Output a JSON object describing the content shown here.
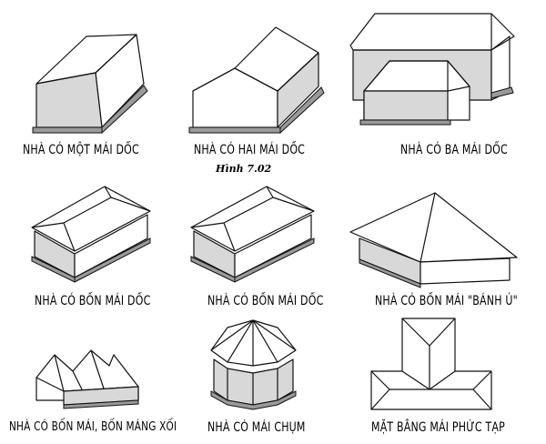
{
  "figure_title": "Hình 7.02",
  "captions": [
    "NHÀ CÓ MỘT MÁI DỐC",
    "NHÀ CÓ HAI MÁI DỐC",
    "NHÀ CÓ BA MÁI DỐC",
    "NHÀ CÓ BỐN MÁI DỐC",
    "NHÀ CÓ BỐN MÁI DỐC",
    "NHÀ CÓ BỐN MÁI \"BÁNH Ú\"",
    "NHÀ CÓ BỐN MÁI, BỐN MÁNG XỐI",
    "NHÀ CÓ MÁI CHỤM",
    "MẶT BẰNG MÁI PHỨC TẠP"
  ]
}
